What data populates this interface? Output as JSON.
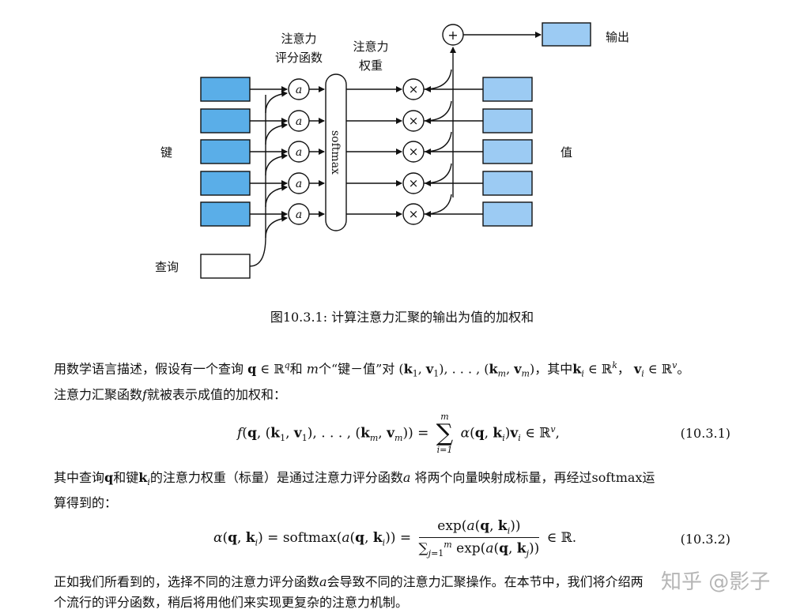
{
  "figure": {
    "label_score": [
      "注意力",
      "评分函数"
    ],
    "label_weights": [
      "注意力",
      "权重"
    ],
    "label_output": "输出",
    "label_keys": "键",
    "label_values": "值",
    "label_query": "查询",
    "softmax": "softmax",
    "score_symbol": "a",
    "multiply_symbol": "×",
    "plus_symbol": "+",
    "key_count": 5,
    "colors": {
      "key_fill": "#5aaee8",
      "value_fill": "#9ccbf3",
      "output_fill": "#9ccbf3",
      "stroke": "#111111"
    }
  },
  "caption": "图10.3.1: 计算注意力汇聚的输出为值的加权和",
  "para1": {
    "t1": "用数学语言描述，假设有一个查询",
    "t2": "和",
    "t3": "个“键－值”对",
    "t4": "，其中",
    "t5": "，",
    "t6": "。",
    "t7": "注意力汇聚函数",
    "t8": "就被表示成值的加权和："
  },
  "eq1": {
    "num": "(10.3.1)"
  },
  "para2": {
    "t1": "其中查询",
    "t2": "和键",
    "t3": "的注意力权重（标量）是通过注意力评分函数",
    "t4": " 将两个向量映射成标量，再经过softmax运",
    "t5": "算得到的："
  },
  "eq2": {
    "num": "(10.3.2)"
  },
  "para3": {
    "line1": "正如我们所看到的，选择不同的注意力评分函数",
    "line1b": "会导致不同的注意力汇聚操作。在本节中，我们将介绍两",
    "line2": "个流行的评分函数，稍后将用他们来实现更复杂的注意力机制。"
  },
  "watermark": "知乎 @影子"
}
